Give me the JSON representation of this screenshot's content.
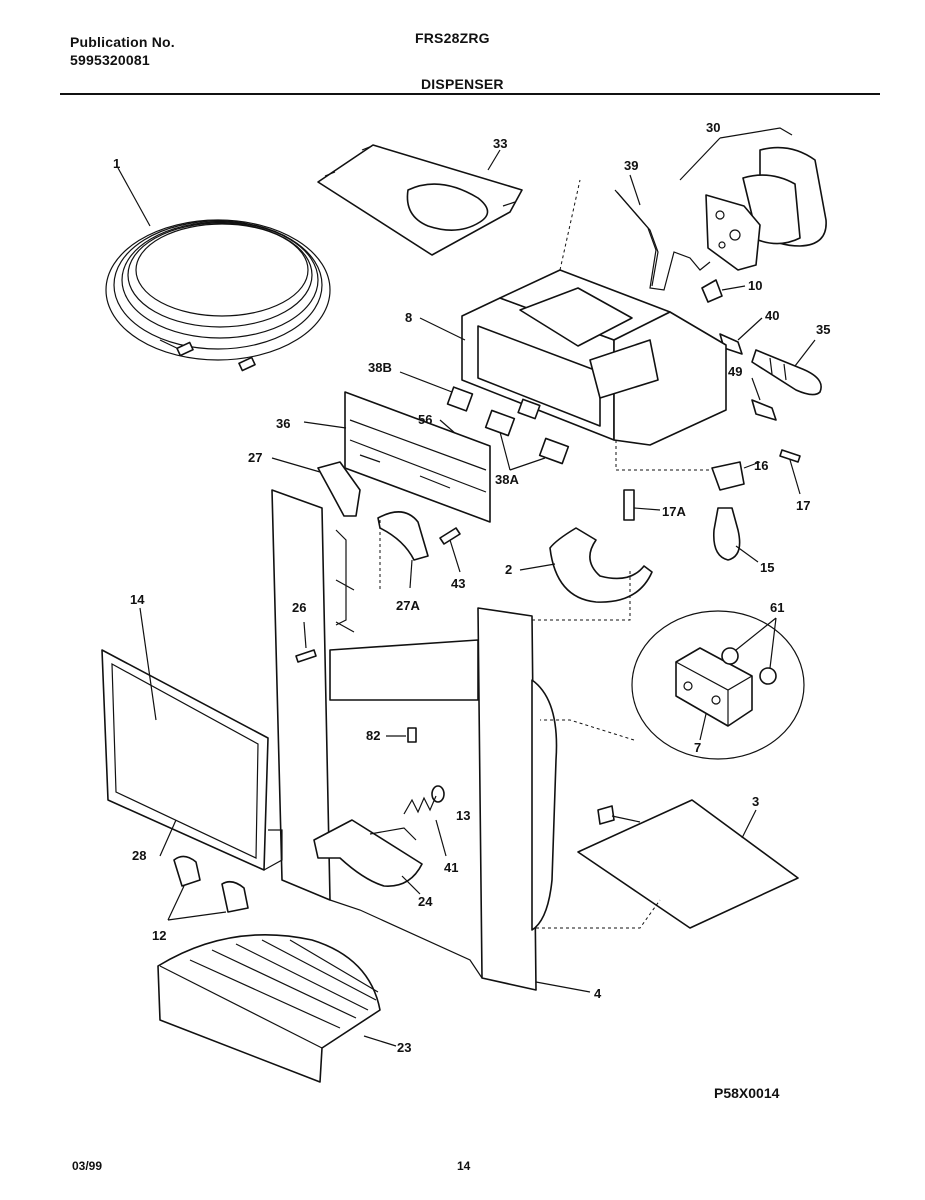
{
  "header": {
    "publication_label": "Publication No.",
    "publication_number": "5995320081",
    "model": "FRS28ZRG",
    "section": "DISPENSER"
  },
  "diagram_code": "P58X0014",
  "footer": {
    "date": "03/99",
    "page": "14"
  },
  "callouts": [
    "1",
    "33",
    "30",
    "39",
    "10",
    "8",
    "40",
    "35",
    "38B",
    "49",
    "36",
    "56",
    "27",
    "38A",
    "16",
    "17",
    "17A",
    "27A",
    "43",
    "15",
    "2",
    "26",
    "61",
    "14",
    "7",
    "82",
    "13",
    "3",
    "41",
    "28",
    "24",
    "12",
    "4",
    "23"
  ]
}
